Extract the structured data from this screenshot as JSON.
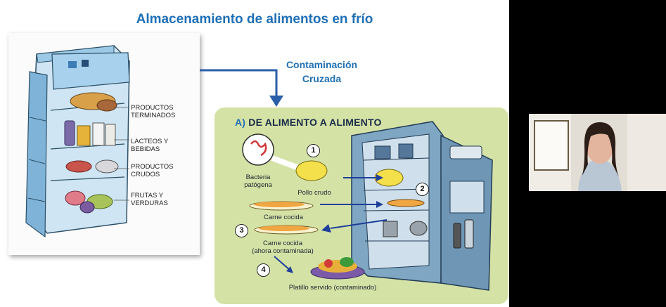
{
  "slide": {
    "title": "Almacenamiento de alimentos en frío",
    "subtitle": "Contaminación\nCruzada",
    "fridge_labels": {
      "productos_terminados": "PRODUCTOS\nTERMINADOS",
      "lacteos": "LACTEOS Y\nBEBIDAS",
      "productos_crudos": "PRODUCTOS\nCRUDOS",
      "frutas": "FRUTAS Y\nVERDURAS"
    },
    "panel": {
      "letter": "A)",
      "heading": "DE ALIMENTO A ALIMENTO",
      "bacteria_label": "Bacteria\npatógena",
      "pollo_label": "Pollo crudo",
      "carne_label": "Carne cocida",
      "carne_contaminada_label": "Carne cocida\n(ahora contaminada)",
      "platillo_label": "Platillo servido (contaminado)",
      "steps": [
        "1",
        "2",
        "3",
        "4"
      ]
    }
  },
  "colors": {
    "title_blue": "#1f6fb6",
    "panel_green": "#d4e2a6",
    "fridge_blue": "#8fbfe0",
    "arrow_blue": "#2a5ea8"
  },
  "webcam": {
    "icon": "participant-video-feed"
  }
}
